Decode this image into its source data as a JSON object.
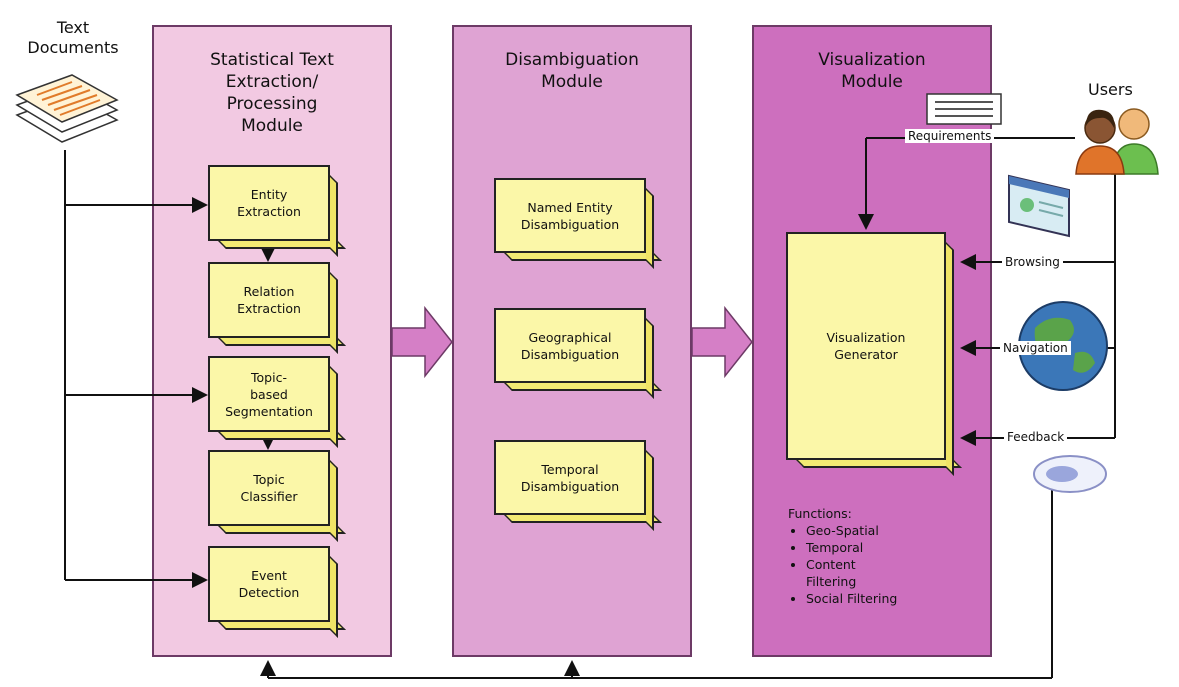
{
  "inputs": {
    "text_documents_label": "Text\nDocuments"
  },
  "modules": [
    {
      "id": "extraction",
      "title": "Statistical Text\nExtraction/\nProcessing\nModule",
      "components": [
        "Entity\nExtraction",
        "Relation\nExtraction",
        "Topic-\nbased\nSegmentation",
        "Topic\nClassifier",
        "Event\nDetection"
      ]
    },
    {
      "id": "disambiguation",
      "title": "Disambiguation\nModule",
      "components": [
        "Named Entity\nDisambiguation",
        "Geographical\nDisambiguation",
        "Temporal\nDisambiguation"
      ]
    },
    {
      "id": "visualization",
      "title": "Visualization\nModule",
      "components": [
        "Visualization\nGenerator"
      ],
      "functions_heading": "Functions:",
      "functions": [
        "Geo-Spatial",
        "Temporal",
        "Content\nFiltering",
        "Social Filtering"
      ]
    }
  ],
  "users": {
    "label": "Users",
    "interactions": [
      "Requirements",
      "Browsing",
      "Navigation",
      "Feedback"
    ]
  },
  "colors": {
    "extraction_bg": "#f2c9e2",
    "disambiguation_bg": "#dfa3d3",
    "visualization_bg": "#cd6fbe",
    "box_bg": "#fbf7a8",
    "arrow": "#d57fc6"
  }
}
